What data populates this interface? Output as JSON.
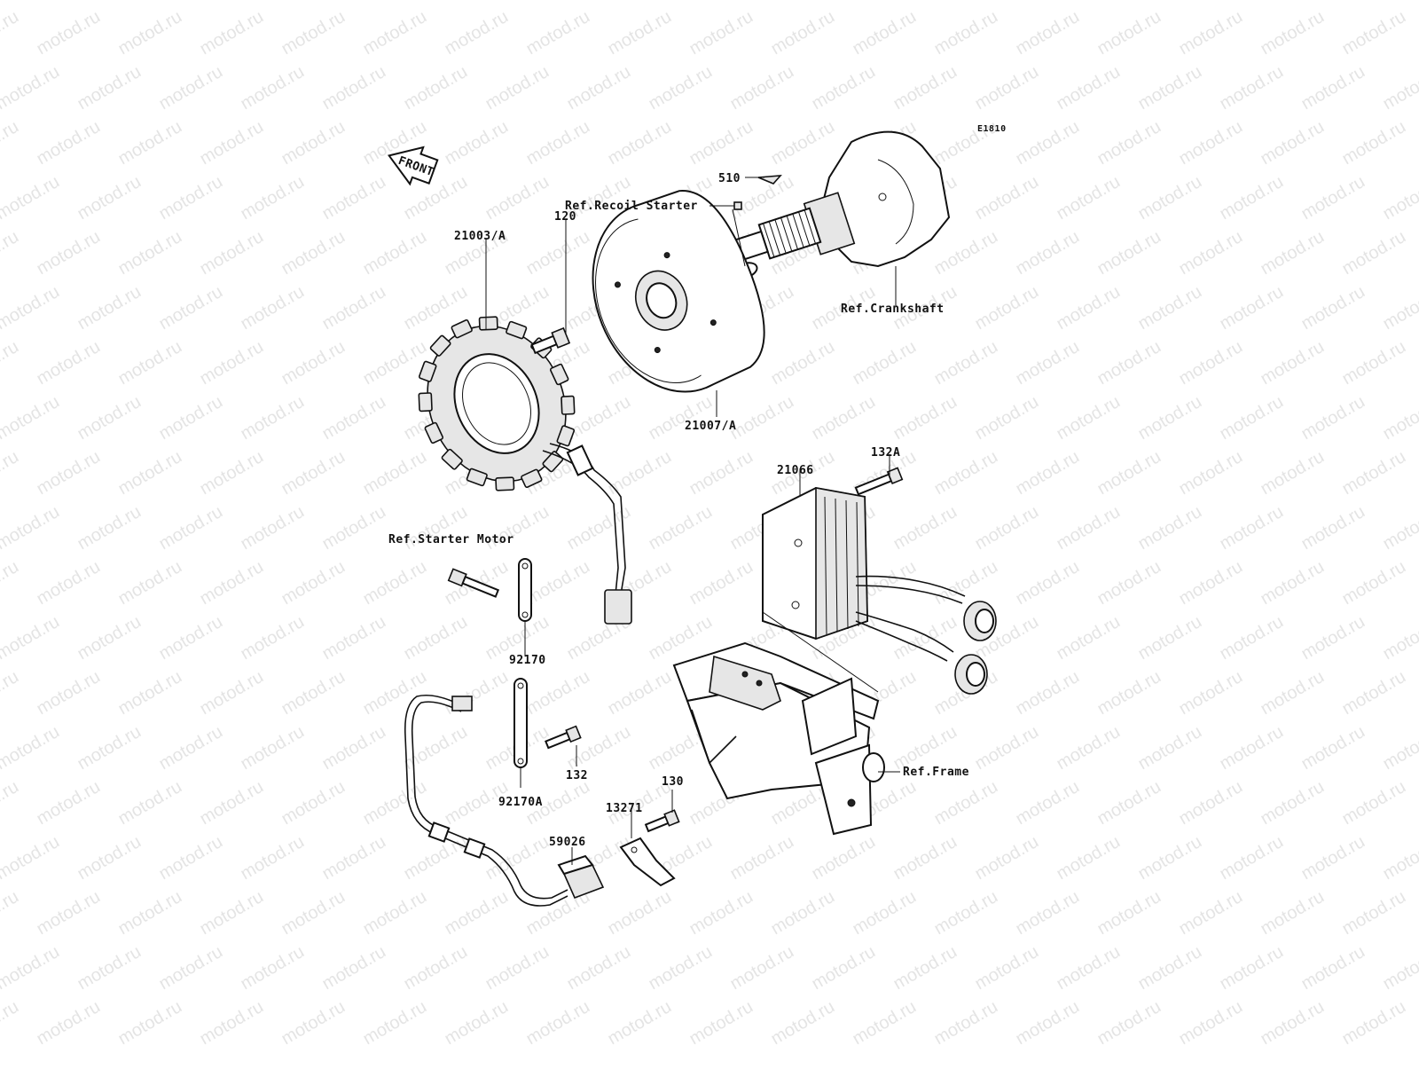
{
  "diagram_code": "E1810",
  "front_label": "FRONT",
  "watermark_text": "motod.ru",
  "labels": {
    "ref_recoil_starter": "Ref.Recoil Starter",
    "p510": "510",
    "ref_crankshaft": "Ref.Crankshaft",
    "p120": "120",
    "p21003a": "21003/A",
    "p21007a": "21007/A",
    "p21066": "21066",
    "p132a": "132A",
    "ref_starter_motor": "Ref.Starter Motor",
    "p92170": "92170",
    "p132": "132",
    "p92170a": "92170A",
    "p130": "130",
    "p13271": "13271",
    "p59026": "59026",
    "ref_frame": "Ref.Frame"
  }
}
